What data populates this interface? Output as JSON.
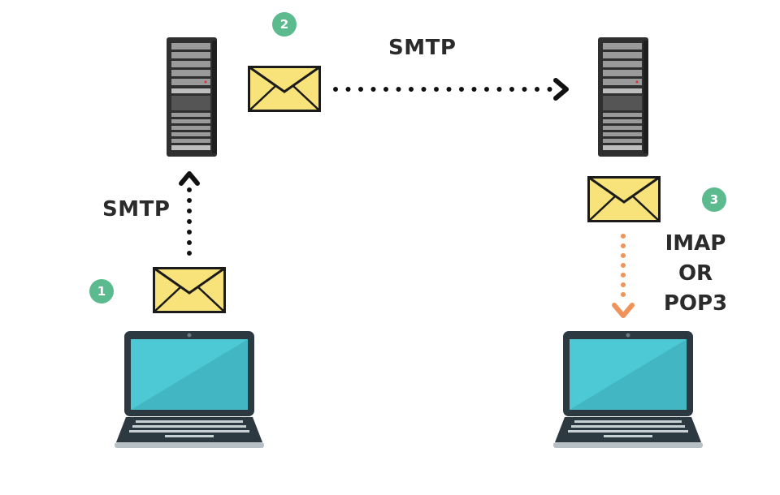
{
  "labels": {
    "smtp_top": "SMTP",
    "smtp_left": "SMTP",
    "retrieval": [
      "IMAP",
      "OR",
      "POP3"
    ]
  },
  "steps": [
    "1",
    "2",
    "3"
  ],
  "colors": {
    "envelope": "#f7e37a",
    "envelope_outline": "#1b1b1b",
    "server": "#2f2f2f",
    "laptop_screen": "#4dc9d6",
    "laptop_body": "#2c3940",
    "arrow_smtp": "#111111",
    "arrow_retrieve": "#f0935a",
    "badge": "#5cba8f"
  },
  "icons": [
    "sender-laptop-icon",
    "recipient-laptop-icon",
    "sender-server-icon",
    "recipient-server-icon",
    "envelope-icon"
  ]
}
